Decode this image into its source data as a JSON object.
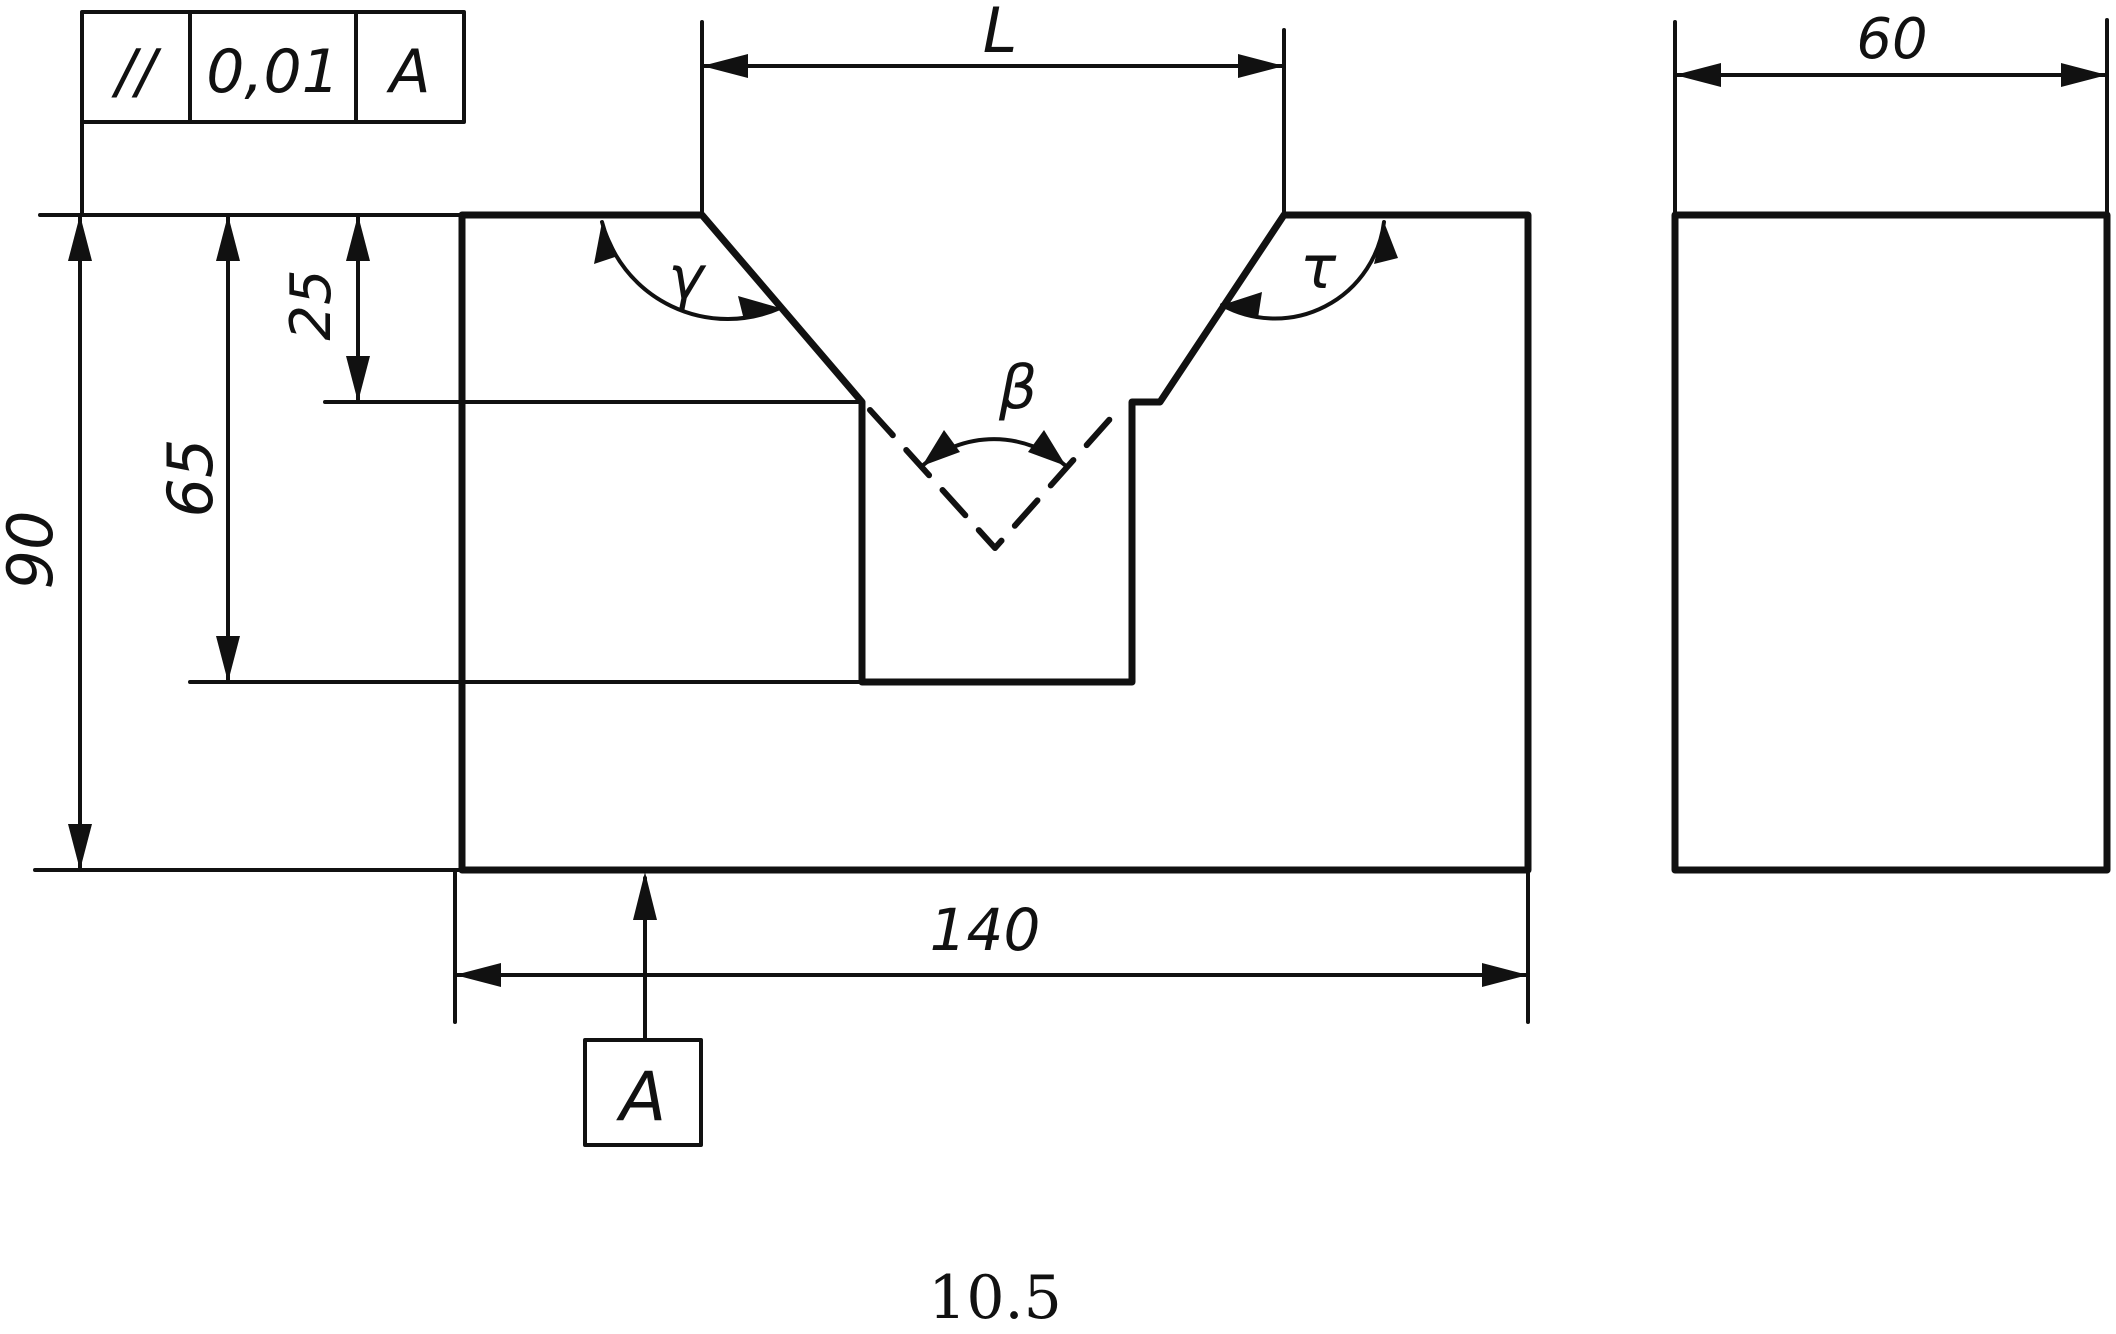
{
  "tolerance_frame": {
    "symbol": "//",
    "value": "0,01",
    "datum": "A"
  },
  "datum_label": "A",
  "dimensions": {
    "top_width": "L",
    "overall_width": "140",
    "overall_height": "90",
    "groove_depth": "65",
    "chamfer_depth": "25",
    "side_width": "60"
  },
  "angles": {
    "left": "γ",
    "right": "τ",
    "bottom": "β"
  },
  "figure_caption": "10.5"
}
